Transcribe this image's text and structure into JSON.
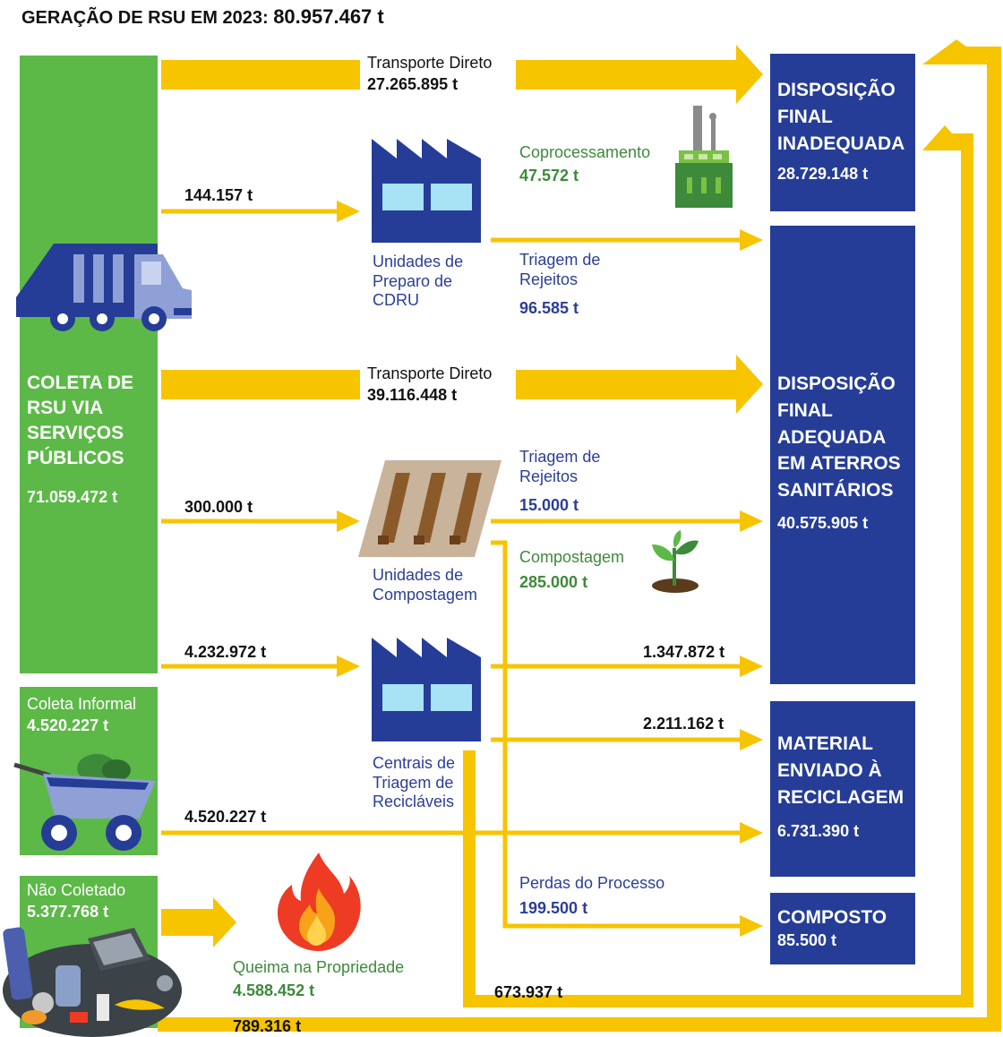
{
  "header": {
    "label": "GERAÇÃO DE RSU EM 2023:",
    "total": "80.957.467 t"
  },
  "colors": {
    "green": "#5cb947",
    "navy": "#253d97",
    "arrow": "#f7c400",
    "blue_text": "#2b3e98",
    "green_text": "#3d8a3b",
    "fire": "#ee3b24"
  },
  "sources": {
    "public": {
      "title": "COLETA DE RSU VIA SERVIÇOS PÚBLICOS",
      "value": "71.059.472 t"
    },
    "informal": {
      "title": "Coleta Informal",
      "value": "4.520.227 t"
    },
    "not_collected": {
      "title": "Não Coletado",
      "value": "5.377.768 t"
    }
  },
  "destinations": {
    "inadequate": {
      "title": "DISPOSIÇÃO FINAL INADEQUADA",
      "value": "28.729.148 t"
    },
    "adequate": {
      "title": "DISPOSIÇÃO FINAL ADEQUADA EM ATERROS SANITÁRIOS",
      "value": "40.575.905 t"
    },
    "recycling": {
      "title": "MATERIAL ENVIADO À RECICLAGEM",
      "value": "6.731.390 t"
    },
    "compost": {
      "title": "COMPOSTO",
      "value": "85.500 t"
    }
  },
  "units": {
    "cdru": "Unidades de Preparo de CDRU",
    "composting": "Unidades de Compostagem",
    "sorting": "Centrais de Triagem de Recicláveis"
  },
  "flows": {
    "direct1": {
      "label": "Transporte Direto",
      "value": "27.265.895 t"
    },
    "to_cdru": "144.157 t",
    "coprocessing": {
      "label": "Coprocessamento",
      "value": "47.572 t"
    },
    "cdru_rejects": {
      "label": "Triagem de Rejeitos",
      "value": "96.585 t"
    },
    "direct2": {
      "label": "Transporte Direto",
      "value": "39.116.448 t"
    },
    "to_composting": "300.000 t",
    "compost_rejects": {
      "label": "Triagem de Rejeitos",
      "value": "15.000 t"
    },
    "composting": {
      "label": "Compostagem",
      "value": "285.000 t"
    },
    "to_sorting": "4.232.972 t",
    "sorting_to_landfill": "1.347.872 t",
    "sorting_to_recycling": "2.211.162 t",
    "informal_to_recycling": "4.520.227 t",
    "process_losses": {
      "label": "Perdas do Processo",
      "value": "199.500 t"
    },
    "burning": {
      "label": "Queima na Propriedade",
      "value": "4.588.452 t"
    },
    "sorting_to_inadequate": "673.937 t",
    "uncollected_to_inadequate": "789.316 t"
  }
}
